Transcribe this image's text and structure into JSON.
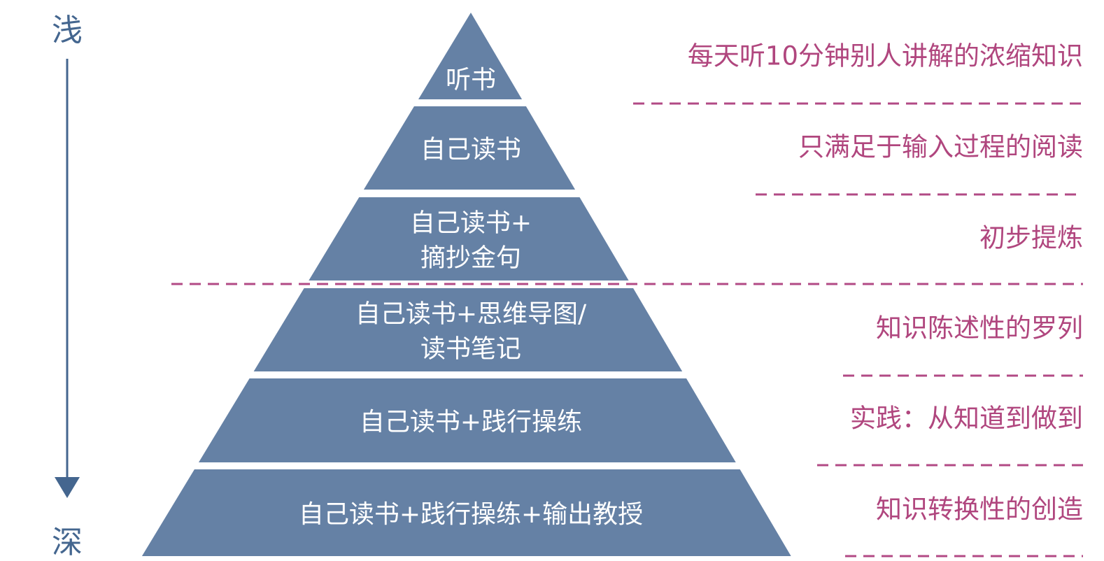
{
  "axis": {
    "top_label": "浅",
    "bottom_label": "深"
  },
  "levels": [
    {
      "lines": [
        "听书"
      ],
      "description": "每天听10分钟别人讲解的浓缩知识"
    },
    {
      "lines": [
        "自己读书"
      ],
      "description": "只满足于输入过程的阅读"
    },
    {
      "lines": [
        "自己读书+",
        "摘抄金句"
      ],
      "description": "初步提炼"
    },
    {
      "lines": [
        "自己读书+思维导图/",
        "读书笔记"
      ],
      "description": "知识陈述性的罗列"
    },
    {
      "lines": [
        "自己读书+践行操练"
      ],
      "description": "实践：从知道到做到"
    },
    {
      "lines": [
        "自己读书+践行操练+输出教授"
      ],
      "description": "知识转换性的创造"
    }
  ],
  "colors": {
    "pyramid": "#6581a5",
    "description": "#b0467e",
    "divider": "#b24a85",
    "axis": "#44668f"
  }
}
